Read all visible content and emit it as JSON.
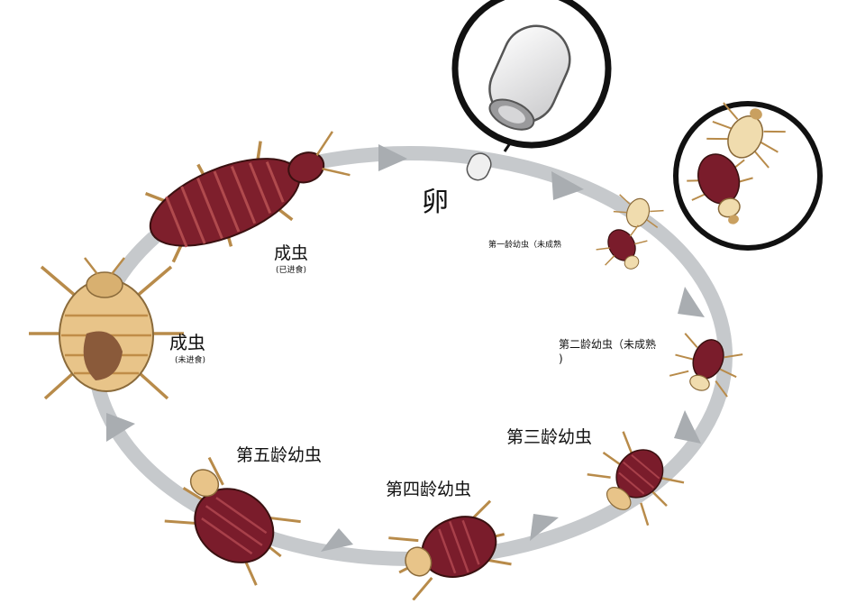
{
  "labels": {
    "egg": "卵",
    "adult_fed": "成虫",
    "adult_fed_note": "(已进食)",
    "adult_unfed": "成虫",
    "adult_unfed_note": "(未进食)",
    "first_instar": "第一龄幼虫（未成熟",
    "second_instar": "第二龄幼虫（未成熟",
    "second_instar_cont": ")",
    "third_instar": "第三龄幼虫",
    "fourth_instar": "第四龄幼虫",
    "fifth_instar": "第五龄幼虫"
  },
  "colors": {
    "ring": "#c6c9cc",
    "ring_arrow": "#a9adb1",
    "adult_fed_body": "#7e1f2c",
    "adult_fed_stripe": "#b04a4d",
    "nymph_body": "#7a1c2b",
    "nymph_stripe": "#a8404a",
    "unfed_body": "#e8c489",
    "unfed_stripe": "#c08d48",
    "unfed_gut": "#8a5a3a",
    "leg": "#b88b4a",
    "outline": "#3a2010",
    "pale_nymph": "#f0dcae",
    "egg_fill": "#e9e9ea",
    "circle_border": "#111111"
  }
}
